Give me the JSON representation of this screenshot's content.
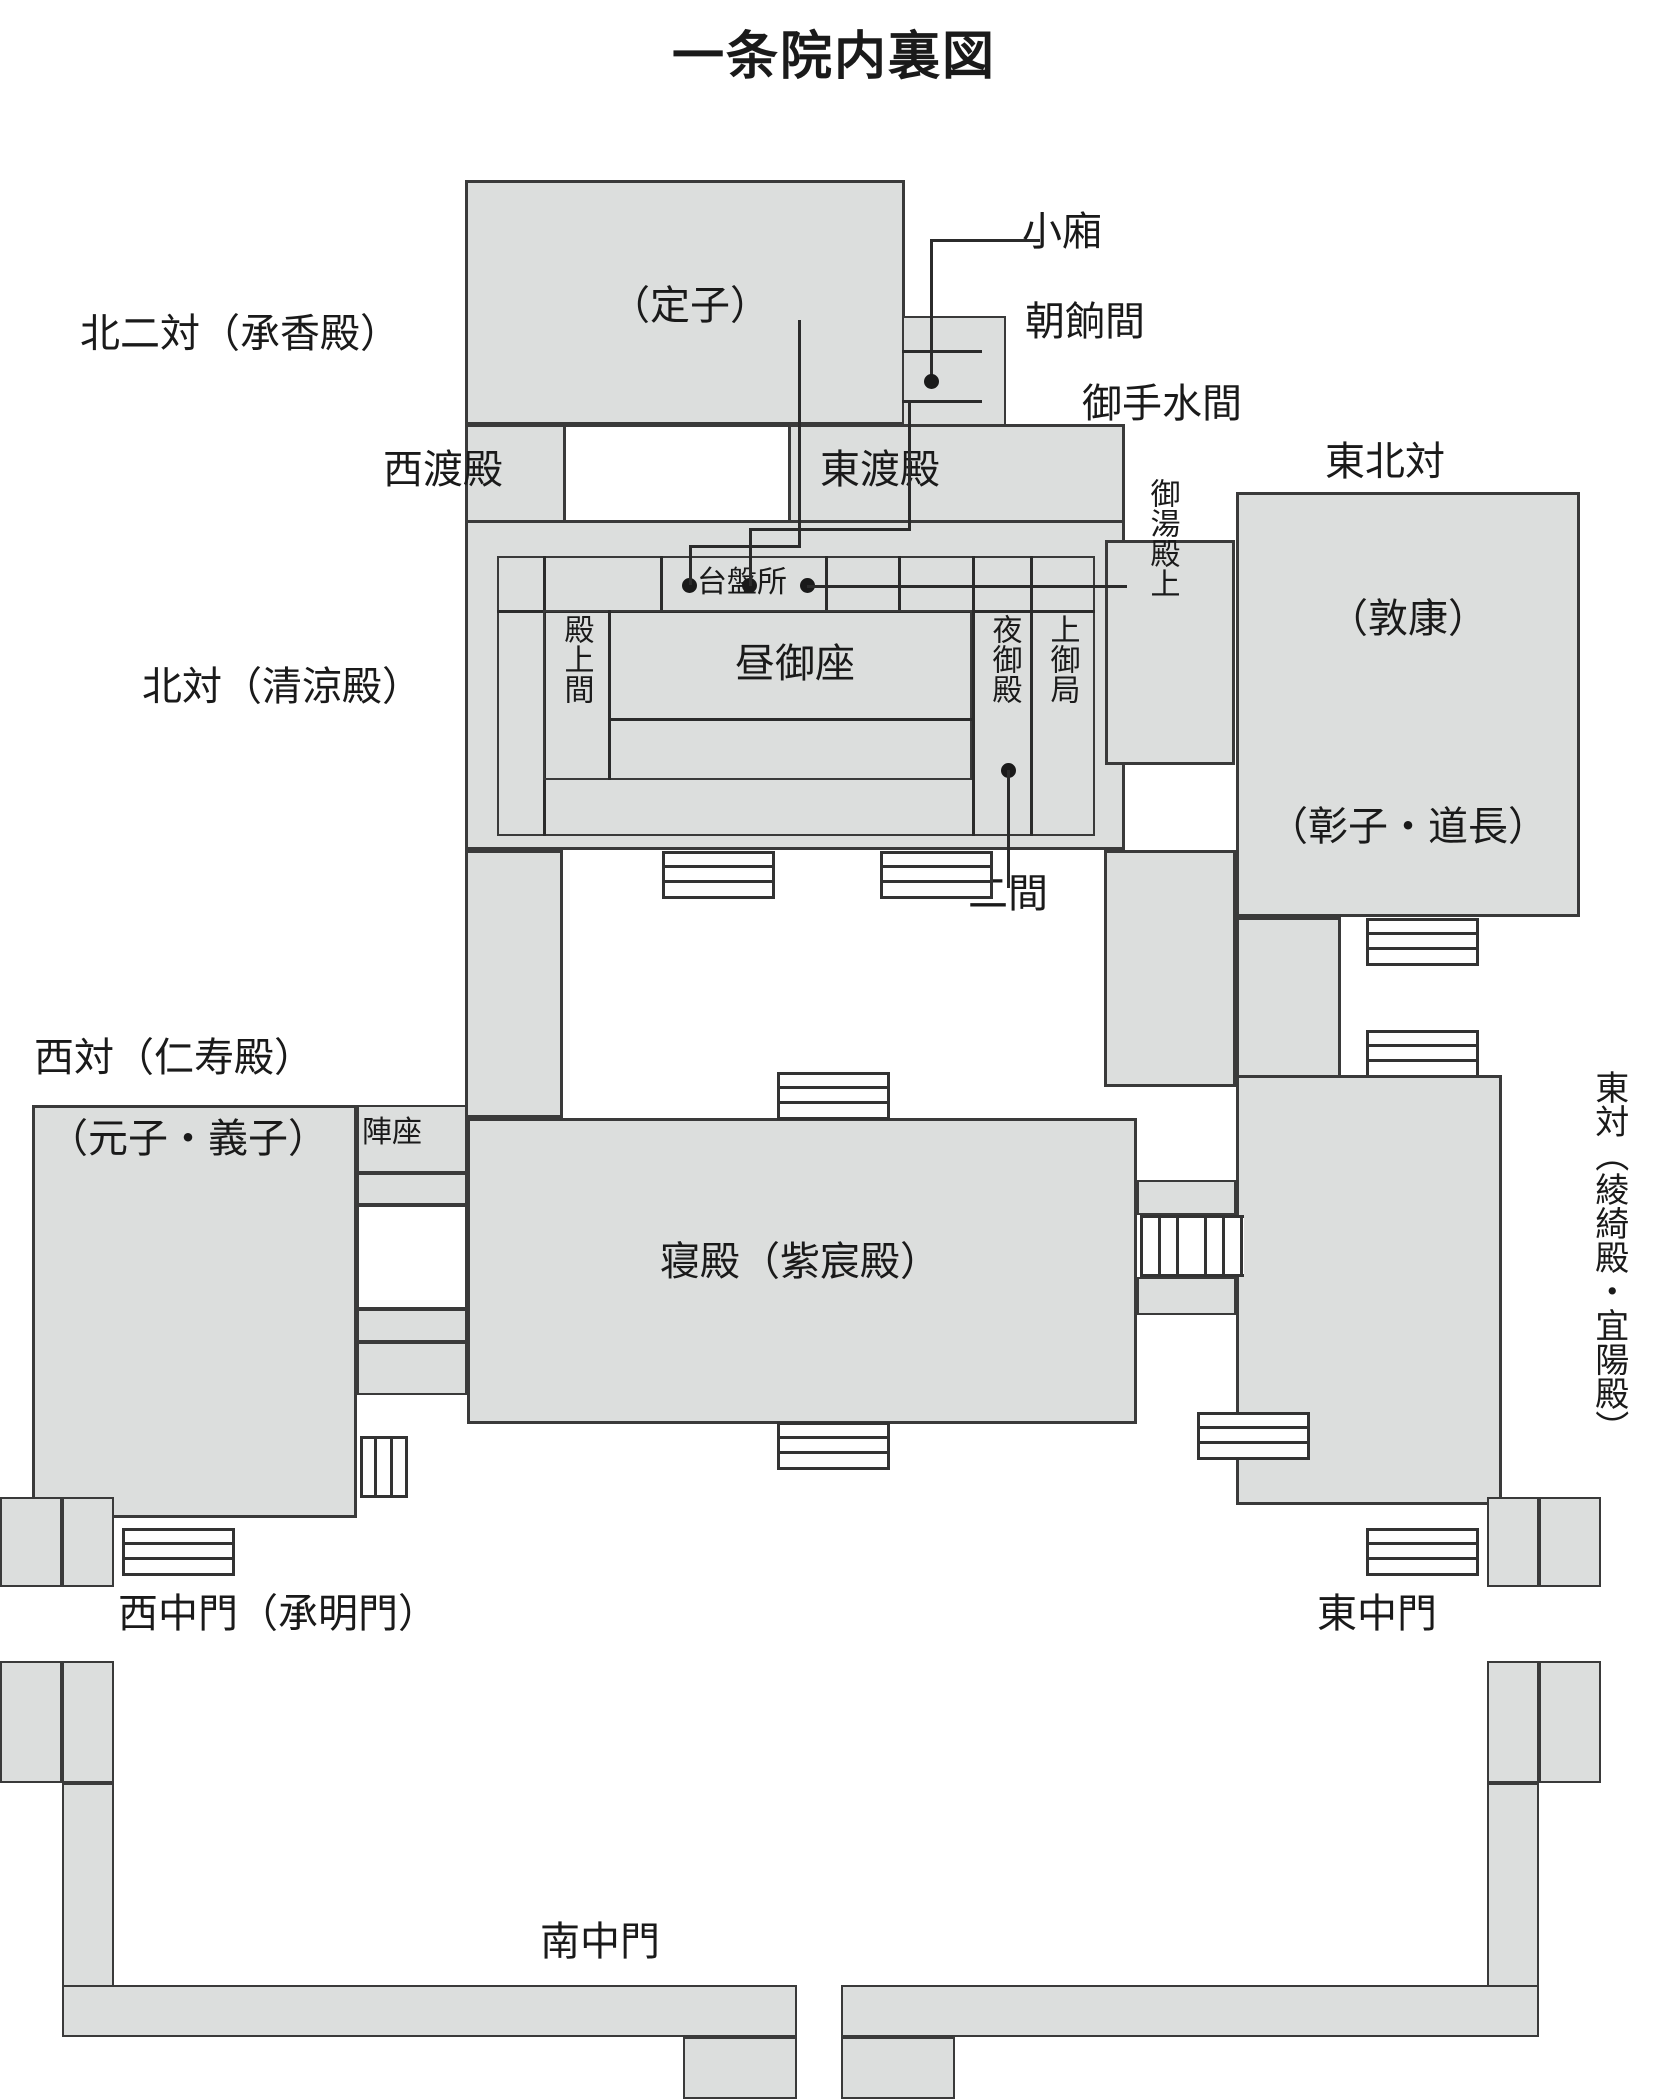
{
  "title": "一条院内裏図",
  "labels": {
    "north_second_tai": "北二対（承香殿）",
    "teishi": "（定子）",
    "west_corridor": "西渡殿",
    "east_corridor": "東渡殿",
    "north_tai": "北対（清涼殿）",
    "kobisashi": "小廂",
    "asagarei_no_ma": "朝餉間",
    "ochouzu_no_ma": "御手水間",
    "oyudono_no_ue": "御湯殿上",
    "northeast_tai": "東北対",
    "atsuyasu": "（敦康）",
    "shoushi_michinaga": "（彰子・道長）",
    "daibandokoro": "台盤所",
    "tenjou_no_ma": "殿上間",
    "hi_no_omashi": "昼御座",
    "yoru_no_otodo": "夜御殿",
    "ue_no_tsubone": "上御局",
    "futama": "二間",
    "west_tai": "西対（仁寿殿）",
    "motoko_yoshiko": "（元子・義子）",
    "jinza": "陣座",
    "shinden": "寝殿（紫宸殿）",
    "east_tai": "東対（綾綺殿・宜陽殿）",
    "west_middle_gate": "西中門（承明門）",
    "east_middle_gate": "東中門",
    "south_middle_gate": "南中門"
  },
  "colors": {
    "fill": "#dcdedd",
    "stroke": "#3a3a3a",
    "text": "#1a1a1a",
    "background": "#ffffff"
  },
  "watermark": ""
}
